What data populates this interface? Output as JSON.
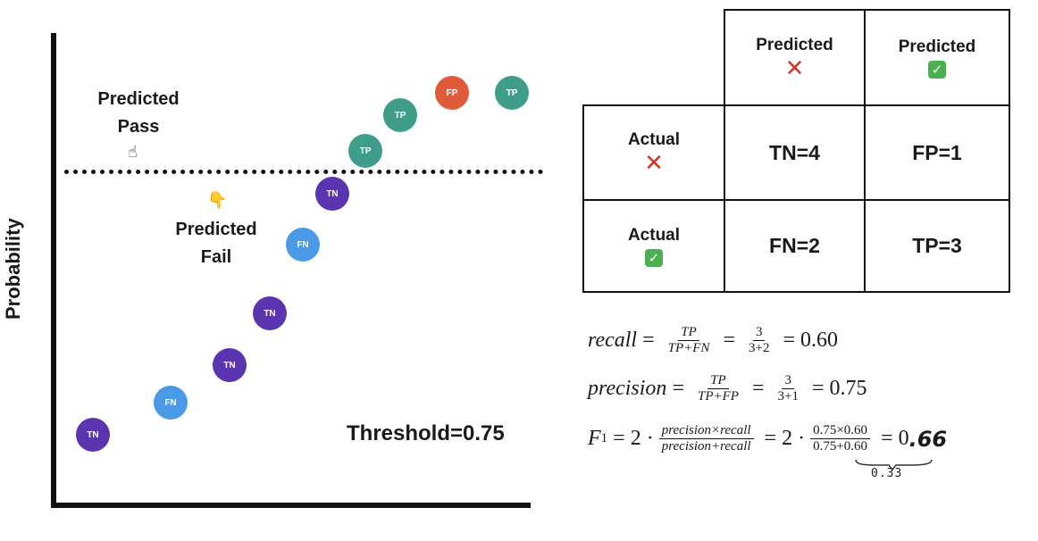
{
  "plot": {
    "y_axis_label": "Probability",
    "predicted_pass": {
      "line1": "Predicted",
      "line2": "Pass",
      "icon": "pointing-up-icon"
    },
    "predicted_fail": {
      "line1": "Predicted",
      "line2": "Fail",
      "icon": "pointing-down-icon"
    },
    "threshold_label": "Threshold=0.75",
    "colors": {
      "TN": "#5b35b0",
      "FN": "#4a9ae8",
      "TP": "#3f9e8a",
      "FP": "#e05a3c"
    },
    "points": [
      "TN",
      "FN",
      "TN",
      "TN",
      "FN",
      "TN",
      "TP",
      "TP",
      "FP",
      "TP"
    ]
  },
  "matrix": {
    "col_headers": [
      {
        "label": "Predicted",
        "mark": "✕",
        "mark_icon": "red-cross-icon"
      },
      {
        "label": "Predicted",
        "mark": "✓",
        "mark_icon": "green-check-icon"
      }
    ],
    "row_headers": [
      {
        "label": "Actual",
        "mark": "✕",
        "mark_icon": "red-cross-icon"
      },
      {
        "label": "Actual",
        "mark": "✓",
        "mark_icon": "green-check-icon"
      }
    ],
    "cells": [
      [
        "TN=4",
        "FP=1"
      ],
      [
        "FN=2",
        "TP=3"
      ]
    ]
  },
  "formulas": {
    "recall": {
      "name": "recall",
      "num": "TP",
      "den": "TP+FN",
      "num_val": "3",
      "den_val": "3+2",
      "result": "0.60"
    },
    "precision": {
      "name": "precision",
      "num": "TP",
      "den": "TP+FP",
      "num_val": "3",
      "den_val": "3+1",
      "result": "0.75"
    },
    "f1": {
      "name": "F",
      "subscript": "1",
      "factor": "2 ·",
      "num": "precision×recall",
      "den": "precision+recall",
      "num_val": "0.75×0.60",
      "den_val": "0.75+0.60",
      "result_prefix": "0",
      "result_handwritten": ".66",
      "handwritten_note": "0.33"
    }
  }
}
